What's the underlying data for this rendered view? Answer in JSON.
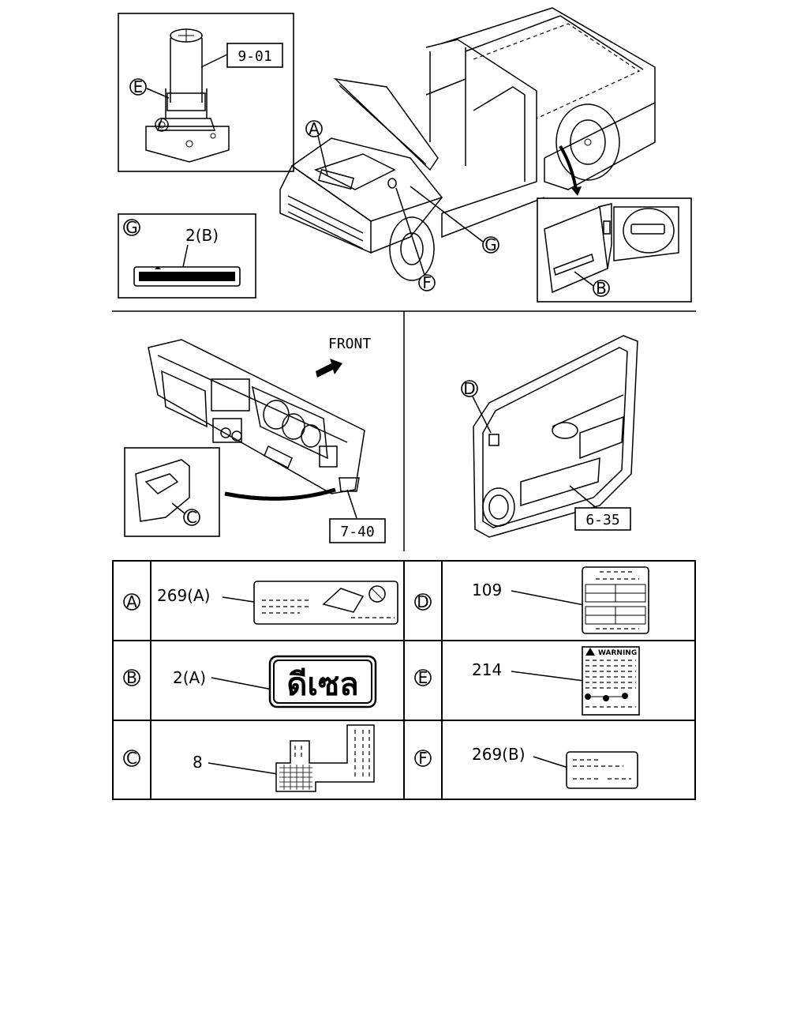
{
  "callouts": {
    "A": "A",
    "B": "B",
    "C": "C",
    "D": "D",
    "E": "E",
    "F": "F",
    "G": "G"
  },
  "refs": {
    "jack_ref": "9-01",
    "dash_ref": "7-40",
    "door_ref": "6-35"
  },
  "g_inset": {
    "letter": "G",
    "part": "2(B)"
  },
  "front_label": "FRONT",
  "table": {
    "rows": [
      {
        "left": {
          "letter": "A",
          "part": "269(A)"
        },
        "right": {
          "letter": "D",
          "part": "109"
        }
      },
      {
        "left": {
          "letter": "B",
          "part": "2(A)",
          "sign_text": "ดีเซล"
        },
        "right": {
          "letter": "E",
          "part": "214",
          "warning_text": "WARNING"
        }
      },
      {
        "left": {
          "letter": "C",
          "part": "8"
        },
        "right": {
          "letter": "F",
          "part": "269(B)"
        }
      }
    ]
  }
}
